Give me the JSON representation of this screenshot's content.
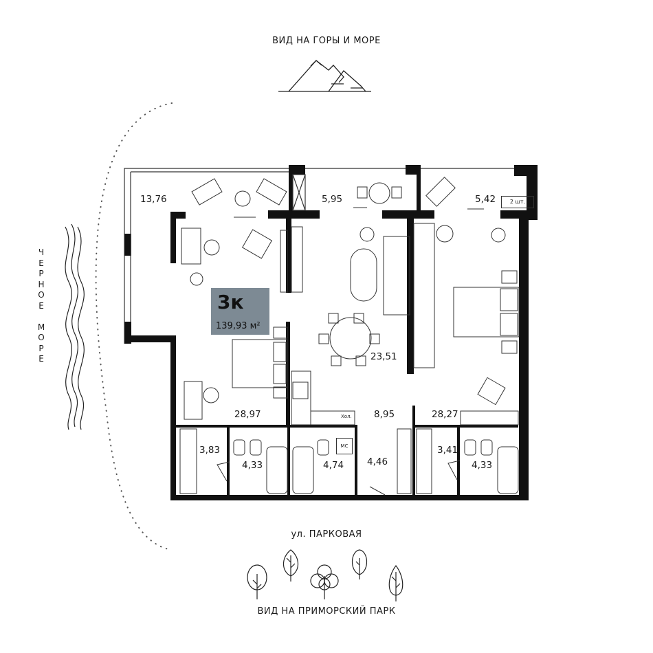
{
  "captions": {
    "top": "ВИД НА ГОРЫ И МОРЕ",
    "street": "ул. ПАРКОВАЯ",
    "bottom": "ВИД НА ПРИМОРСКИЙ ПАРК",
    "sea_letters": [
      "Ч",
      "Е",
      "Р",
      "Н",
      "О",
      "Е",
      " ",
      "М",
      "О",
      "Р",
      "Е"
    ]
  },
  "apartment": {
    "type": "3к",
    "area": "139,93 м²"
  },
  "rooms": {
    "balcony_left": "13,76",
    "balcony_mid": "5,95",
    "balcony_right": "5,42",
    "living": "23,51",
    "bedroom_left": "28,97",
    "hall": "8,95",
    "bedroom_right": "28,27",
    "closet_left": "3,83",
    "bath_left": "4,33",
    "bath_mid": "4,74",
    "corridor": "4,46",
    "closet_right": "3,41",
    "bath_right": "4,33"
  },
  "tags": {
    "ac_units": "2 шт.",
    "fridge": "Хол.",
    "washing": "МС"
  },
  "colors": {
    "wall": "#111111",
    "badge": "#7d8a94",
    "line": "#333333"
  }
}
